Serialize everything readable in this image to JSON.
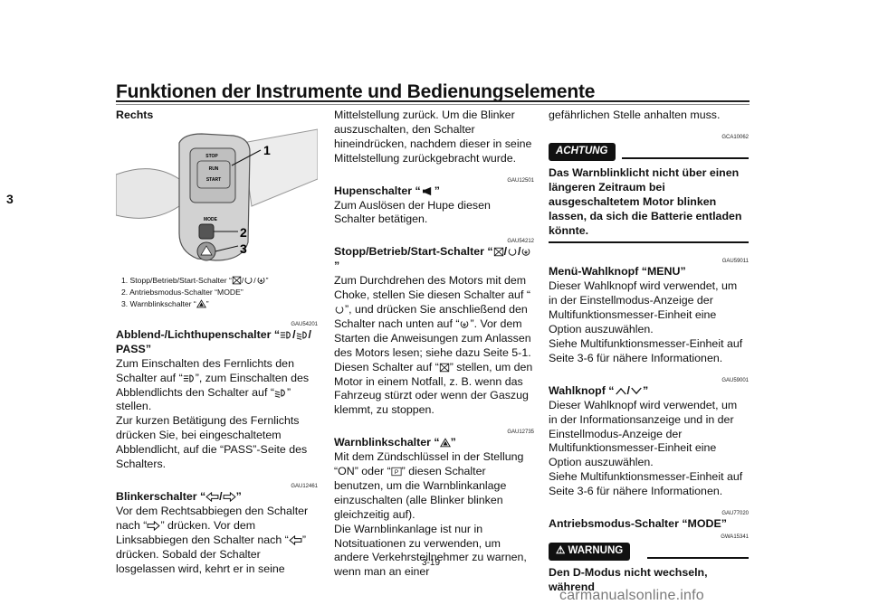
{
  "header": {
    "title": "Funktionen der Instrumente und Bedienungselemente"
  },
  "chapter": "3",
  "page_number": "3-19",
  "figure": {
    "heading": "Rechts",
    "switch_labels": [
      "STOP",
      "RUN",
      "START"
    ],
    "mode_label": "MODE",
    "callouts": [
      "1",
      "2",
      "3"
    ],
    "captions": [
      {
        "prefix": "1. Stopp/Betrieb/Start-Schalter “",
        "suffix": "”"
      },
      {
        "prefix": "2. Antriebsmodus-Schalter “MODE”",
        "suffix": ""
      },
      {
        "prefix": "3. Warnblinkschalter “",
        "suffix": "”"
      }
    ]
  },
  "sections": {
    "abblend": {
      "code": "GAU54201",
      "title_a": "Abblend-/Lichthupenschalter “",
      "title_b": "PASS”",
      "text1": "Zum Einschalten des Fernlichts den Schalter auf “",
      "text2": "”, zum Einschalten des Abblendlichts den Schalter auf “",
      "text3": "” stellen.",
      "text4": "Zur kurzen Betätigung des Fernlichts drücken Sie, bei eingeschaltetem Abblendlicht, auf die “PASS”-Seite des Schalters."
    },
    "blinker": {
      "code": "GAU12461",
      "title_a": "Blinkerschalter “",
      "title_b": "”",
      "text1": "Vor dem Rechtsabbiegen den Schalter nach “",
      "text2": "” drücken. Vor dem Linksabbiegen den Schalter nach “",
      "text3": "” drücken. Sobald der Schalter losgelassen wird, kehrt er in seine",
      "text4": "Mittelstellung zurück. Um die Blinker auszuschalten, den Schalter hineindrücken, nachdem dieser in seine Mittelstellung zurückgebracht wurde."
    },
    "hupe": {
      "code": "GAU12501",
      "title_a": "Hupenschalter “",
      "title_b": "”",
      "text": "Zum Auslösen der Hupe diesen Schalter betätigen."
    },
    "stopp": {
      "code": "GAU54212",
      "title_a": "Stopp/Betrieb/Start-Schalter “",
      "title_b": "”",
      "text1": "Zum Durchdrehen des Motors mit dem Choke, stellen Sie diesen Schalter auf “",
      "text2": "”, und drücken Sie anschließend den Schalter nach unten auf “",
      "text3": "”. Vor dem Starten die Anweisungen zum Anlassen des Motors lesen; siehe dazu Seite 5-1.",
      "text4": "Diesen Schalter auf “",
      "text5": "” stellen, um den Motor in einem Notfall, z. B. wenn das Fahrzeug stürzt oder wenn der Gaszug klemmt, zu stoppen."
    },
    "warnblink": {
      "code": "GAU12735",
      "title_a": "Warnblinkschalter “",
      "title_b": "”",
      "text1": "Mit dem Zündschlüssel in der Stellung “ON” oder “",
      "text2": "” diesen Schalter benutzen, um die Warnblinkanlage einzuschalten (alle Blinker blinken gleichzeitig auf).",
      "text3": "Die Warnblinkanlage ist nur in Notsituationen zu verwenden, um andere Verkehrsteilnehmer zu warnen, wenn man an einer",
      "text4": "gefährlichen Stelle anhalten muss."
    },
    "achtung": {
      "code": "GCA10062",
      "badge": "ACHTUNG",
      "text": "Das Warnblinklicht nicht über einen längeren Zeitraum bei ausgeschaltetem Motor blinken lassen, da sich die Batterie entladen könnte."
    },
    "menu": {
      "code": "GAU59011",
      "title": "Menü-Wahlknopf “MENU”",
      "text1": "Dieser Wahlknopf wird verwendet, um in der Einstellmodus-Anzeige der Multifunktionsmesser-Einheit eine Option auszuwählen.",
      "text2": "Siehe Multifunktionsmesser-Einheit auf Seite 3-6 für nähere Informationen."
    },
    "wahl": {
      "code": "GAU59001",
      "title_a": "Wahlknopf “",
      "title_b": "”",
      "text1": "Dieser Wahlknopf wird verwendet, um in der Informationsanzeige und in der Einstellmodus-Anzeige der Multifunktionsmesser-Einheit eine Option auszuwählen.",
      "text2": "Siehe Multifunktionsmesser-Einheit auf Seite 3-6 für nähere Informationen."
    },
    "antrieb": {
      "code": "GAU77020",
      "title": "Antriebsmodus-Schalter “MODE”",
      "warn_code": "GWA15341",
      "badge": "WARNUNG",
      "text": "Den D-Modus nicht wechseln, während"
    }
  },
  "watermark": "carmanualsonline.info"
}
